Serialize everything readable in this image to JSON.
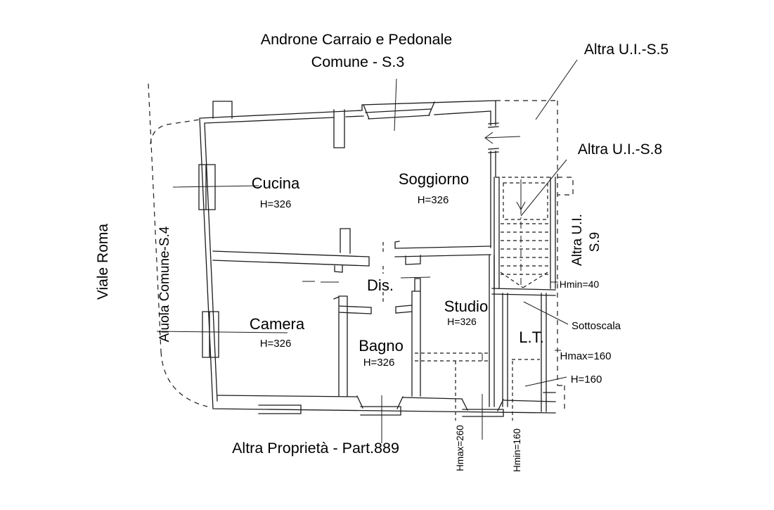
{
  "drawing": {
    "type": "cadastral-floorplan",
    "colors": {
      "line": "#1b1b1b",
      "background": "#ffffff"
    },
    "header": {
      "title_line1": "Androne Carraio e Pedonale",
      "title_line2": "Comune - S.3"
    },
    "context_labels": {
      "street": "Viale Roma",
      "flowerbed": "Aiuola Comune-S.4",
      "other_unit_s5": "Altra U.I.-S.5",
      "other_unit_s8": "Altra U.I.-S.8",
      "other_unit_s9_line1": "Altra U.I.",
      "other_unit_s9_line2": "S.9",
      "other_property": "Altra Proprietà - Part.889"
    },
    "rooms": [
      {
        "name": "Cucina",
        "height": "H=326"
      },
      {
        "name": "Soggiorno",
        "height": "H=326"
      },
      {
        "name": "Camera",
        "height": "H=326"
      },
      {
        "name": "Bagno",
        "height": "H=326"
      },
      {
        "name": "Studio",
        "height": "H=326"
      },
      {
        "name": "Dis."
      },
      {
        "name": "L.T."
      }
    ],
    "annotations": {
      "understair": "Sottoscala",
      "hmin40": "Hmin=40",
      "hmax160": "Hmax=160",
      "h160": "H=160",
      "hmax260": "Hmax=260",
      "hmin160": "Hmin=160"
    }
  }
}
